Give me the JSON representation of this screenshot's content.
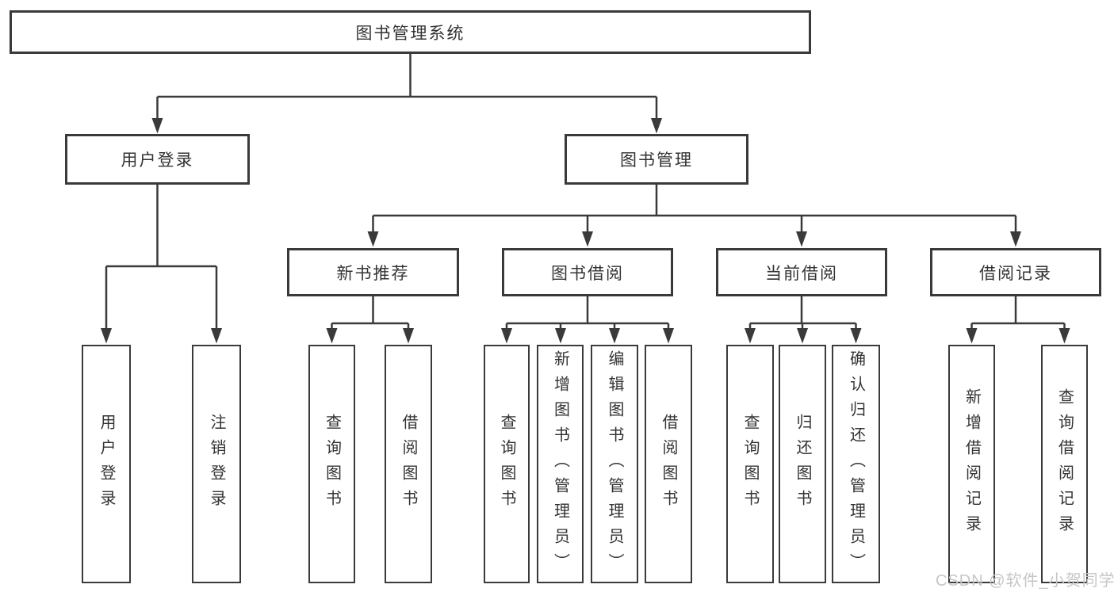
{
  "diagram": {
    "title": "图书管理系统",
    "level2": {
      "user_login": "用户登录",
      "book_management": "图书管理"
    },
    "level3": {
      "new_book_recommend": "新书推荐",
      "book_borrow": "图书借阅",
      "current_borrow": "当前借阅",
      "borrow_records": "借阅记录"
    },
    "leaves": {
      "user_login": "用户登录",
      "logout": "注销登录",
      "nbr_query_book": "查询图书",
      "nbr_borrow_book": "借阅图书",
      "bb_query_book": "查询图书",
      "bb_add_book": "新增图书（管理员）",
      "bb_edit_book": "编辑图书（管理员）",
      "bb_borrow_book": "借阅图书",
      "cb_query_book": "查询图书",
      "cb_return_book": "归还图书",
      "cb_confirm_return": "确认归还（管理员）",
      "br_add_record": "新增借阅记录",
      "br_query_record": "查询借阅记录"
    }
  },
  "watermark": "CSDN @软件_小贺同学",
  "colors": {
    "line": "#3a3a3a",
    "text": "#333333",
    "watermark": "#c6c6c6",
    "background": "#ffffff"
  }
}
